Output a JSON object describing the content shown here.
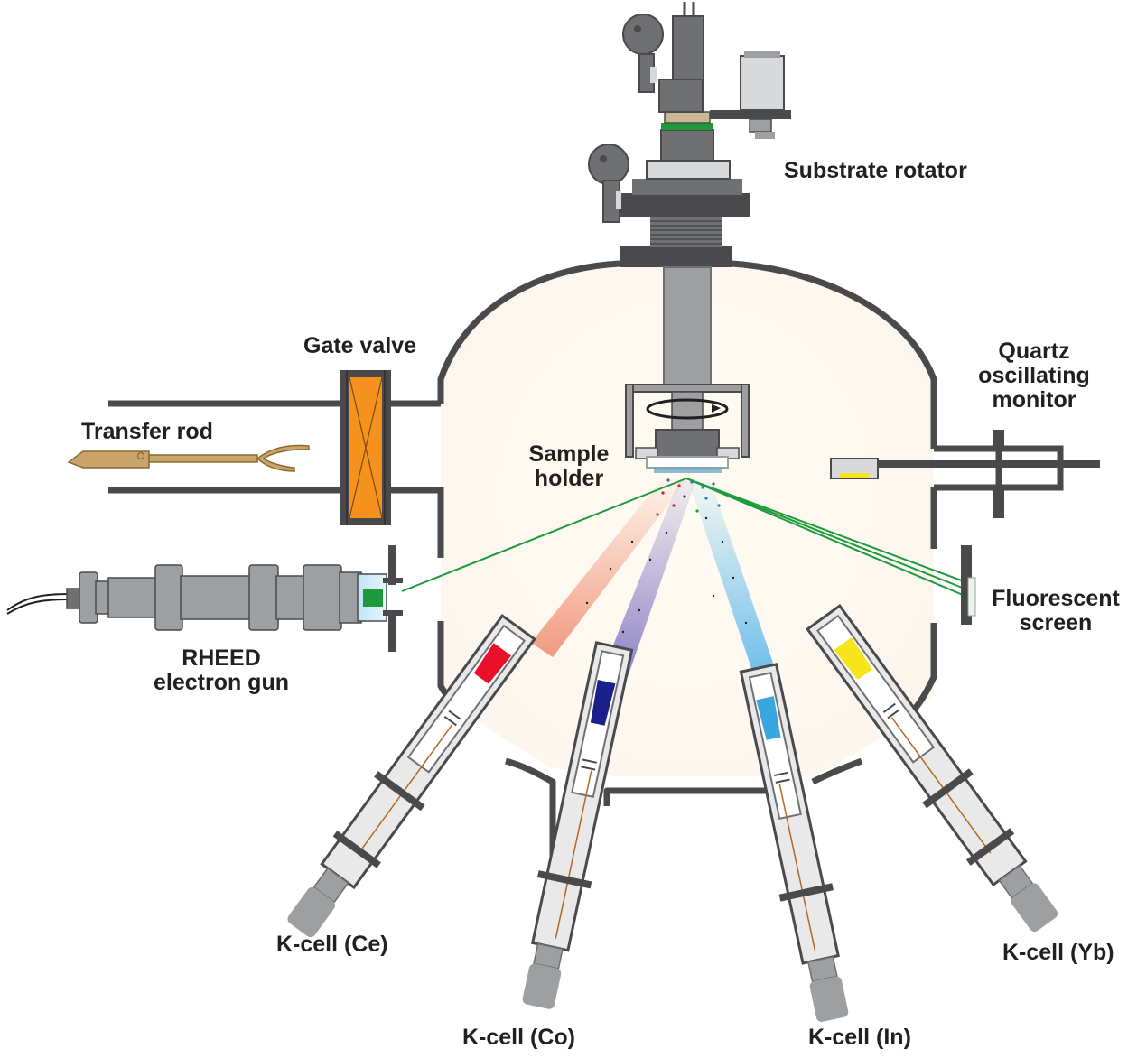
{
  "labels": {
    "substrate_rotator": "Substrate rotator",
    "gate_valve": "Gate valve",
    "transfer_rod": "Transfer rod",
    "sample_holder": [
      "Sample",
      "holder"
    ],
    "quartz_monitor": [
      "Quartz",
      "oscillating",
      "monitor"
    ],
    "rheed_gun": [
      "RHEED",
      "electron gun"
    ],
    "fluorescent_screen": [
      "Fluorescent",
      "screen"
    ],
    "kcell_ce": "K-cell (Ce)",
    "kcell_co": "K-cell (Co)",
    "kcell_in": "K-cell (In)",
    "kcell_yb": "K-cell (Yb)"
  },
  "colors": {
    "chamber_wall": "#4a4a4c",
    "metal": "#9d9fa0",
    "metal_dark": "#6f7072",
    "gate_valve": "#f5921e",
    "transfer_rod": "#c9a46b",
    "rheed_beam": "#1e9a3c",
    "source_ce": "#e8102a",
    "source_co": "#1a1f8c",
    "source_in": "#3aa6e0",
    "source_yb": "#f7e41a",
    "plume_ce": "#f08a6e",
    "plume_co": "#7b6fc0",
    "plume_in": "#5bb7ea"
  }
}
